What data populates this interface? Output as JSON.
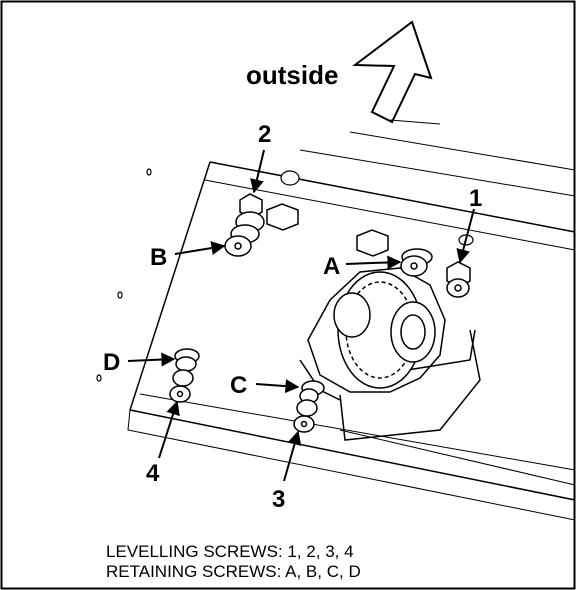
{
  "direction_label": "outside",
  "callouts": {
    "levelling": [
      "1",
      "2",
      "3",
      "4"
    ],
    "retaining": [
      "A",
      "B",
      "C",
      "D"
    ]
  },
  "legend": {
    "levelling_line": "LEVELLING SCREWS: 1, 2, 3, 4",
    "retaining_line": "RETAINING SCREWS: A, B, C, D"
  }
}
